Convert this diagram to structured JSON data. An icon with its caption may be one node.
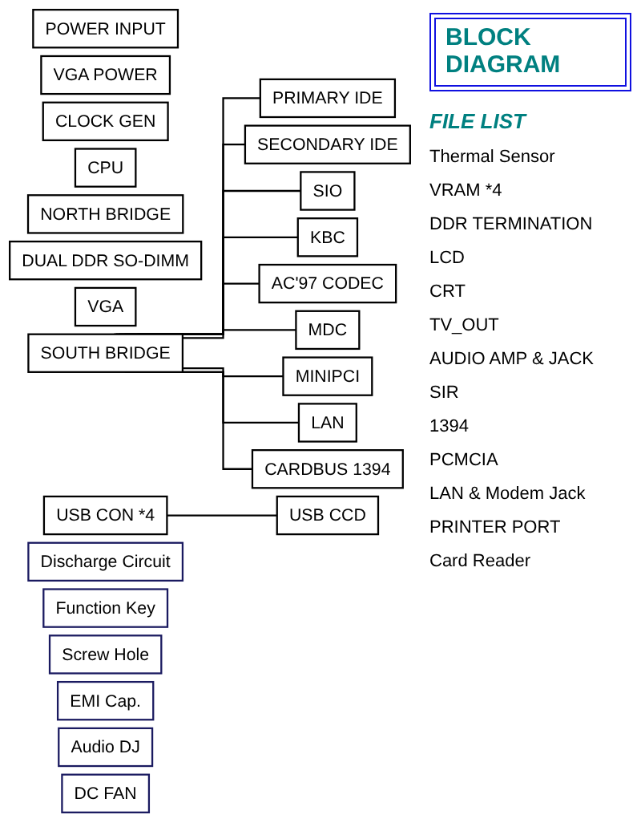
{
  "diagram": {
    "title": "BLOCK DIAGRAM",
    "nodes": [
      {
        "text": [
          "POWER INPUT"
        ]
      },
      {
        "text": [
          "VGA POWER"
        ]
      },
      {
        "text": [
          "CLOCK GEN"
        ]
      },
      {
        "text": [
          "CPU"
        ]
      },
      {
        "text": [
          "NORTH BRIDGE"
        ]
      },
      {
        "text": [
          "DUAL DDR SO-DIMM"
        ]
      },
      {
        "text": [
          "VGA"
        ]
      },
      {
        "text": [
          "PRIMARY IDE"
        ]
      },
      {
        "text": [
          "SECONDARY IDE"
        ]
      },
      {
        "text": [
          "SOUTH BRIDGE"
        ]
      },
      {
        "text": [
          "AC'97 CODEC"
        ]
      },
      {
        "text": [
          "MDC"
        ]
      },
      {
        "text": [
          "SIO"
        ]
      },
      {
        "text": [
          "KBC"
        ]
      },
      {
        "text": [
          "MINIPCI"
        ]
      },
      {
        "text": [
          "LAN"
        ]
      },
      {
        "text": [
          "CARDBUS 1394"
        ]
      },
      {
        "text": [
          "USB CON *4"
        ]
      },
      {
        "text": [
          "USB CCD"
        ]
      },
      {
        "text": [
          "Discharge Circuit"
        ]
      },
      {
        "text": [
          "Function Key"
        ]
      },
      {
        "text": [
          "Screw Hole"
        ]
      },
      {
        "text": [
          "EMI Cap."
        ]
      },
      {
        "text": [
          "Audio DJ"
        ]
      },
      {
        "text": [
          "DC FAN"
        ]
      }
    ],
    "edges": [
      {
        "from": 9,
        "to": 7,
        "arrow": "none"
      },
      {
        "from": 9,
        "to": 8,
        "arrow": "none"
      },
      {
        "from": 9,
        "to": 12,
        "arrow": "none"
      },
      {
        "from": 9,
        "to": 13,
        "arrow": "none"
      },
      {
        "from": 9,
        "to": 10,
        "arrow": "none"
      },
      {
        "from": 9,
        "to": 11,
        "arrow": "none"
      },
      {
        "from": 9,
        "to": 14,
        "arrow": "none"
      },
      {
        "from": 9,
        "to": 15,
        "arrow": "none"
      },
      {
        "from": 9,
        "to": 16,
        "arrow": "none"
      },
      {
        "from": 17,
        "to": 18,
        "arrow": "none"
      }
    ],
    "labels": [
      "FILE LIST",
      "Thermal Sensor",
      "VRAM *4",
      "DDR TERMINATION",
      "LCD",
      "CRT",
      "TV_OUT",
      "AUDIO AMP & JACK",
      "SIR",
      "1394",
      "PCMCIA",
      "LAN & Modem Jack",
      "PRINTER PORT",
      "Card Reader"
    ]
  }
}
